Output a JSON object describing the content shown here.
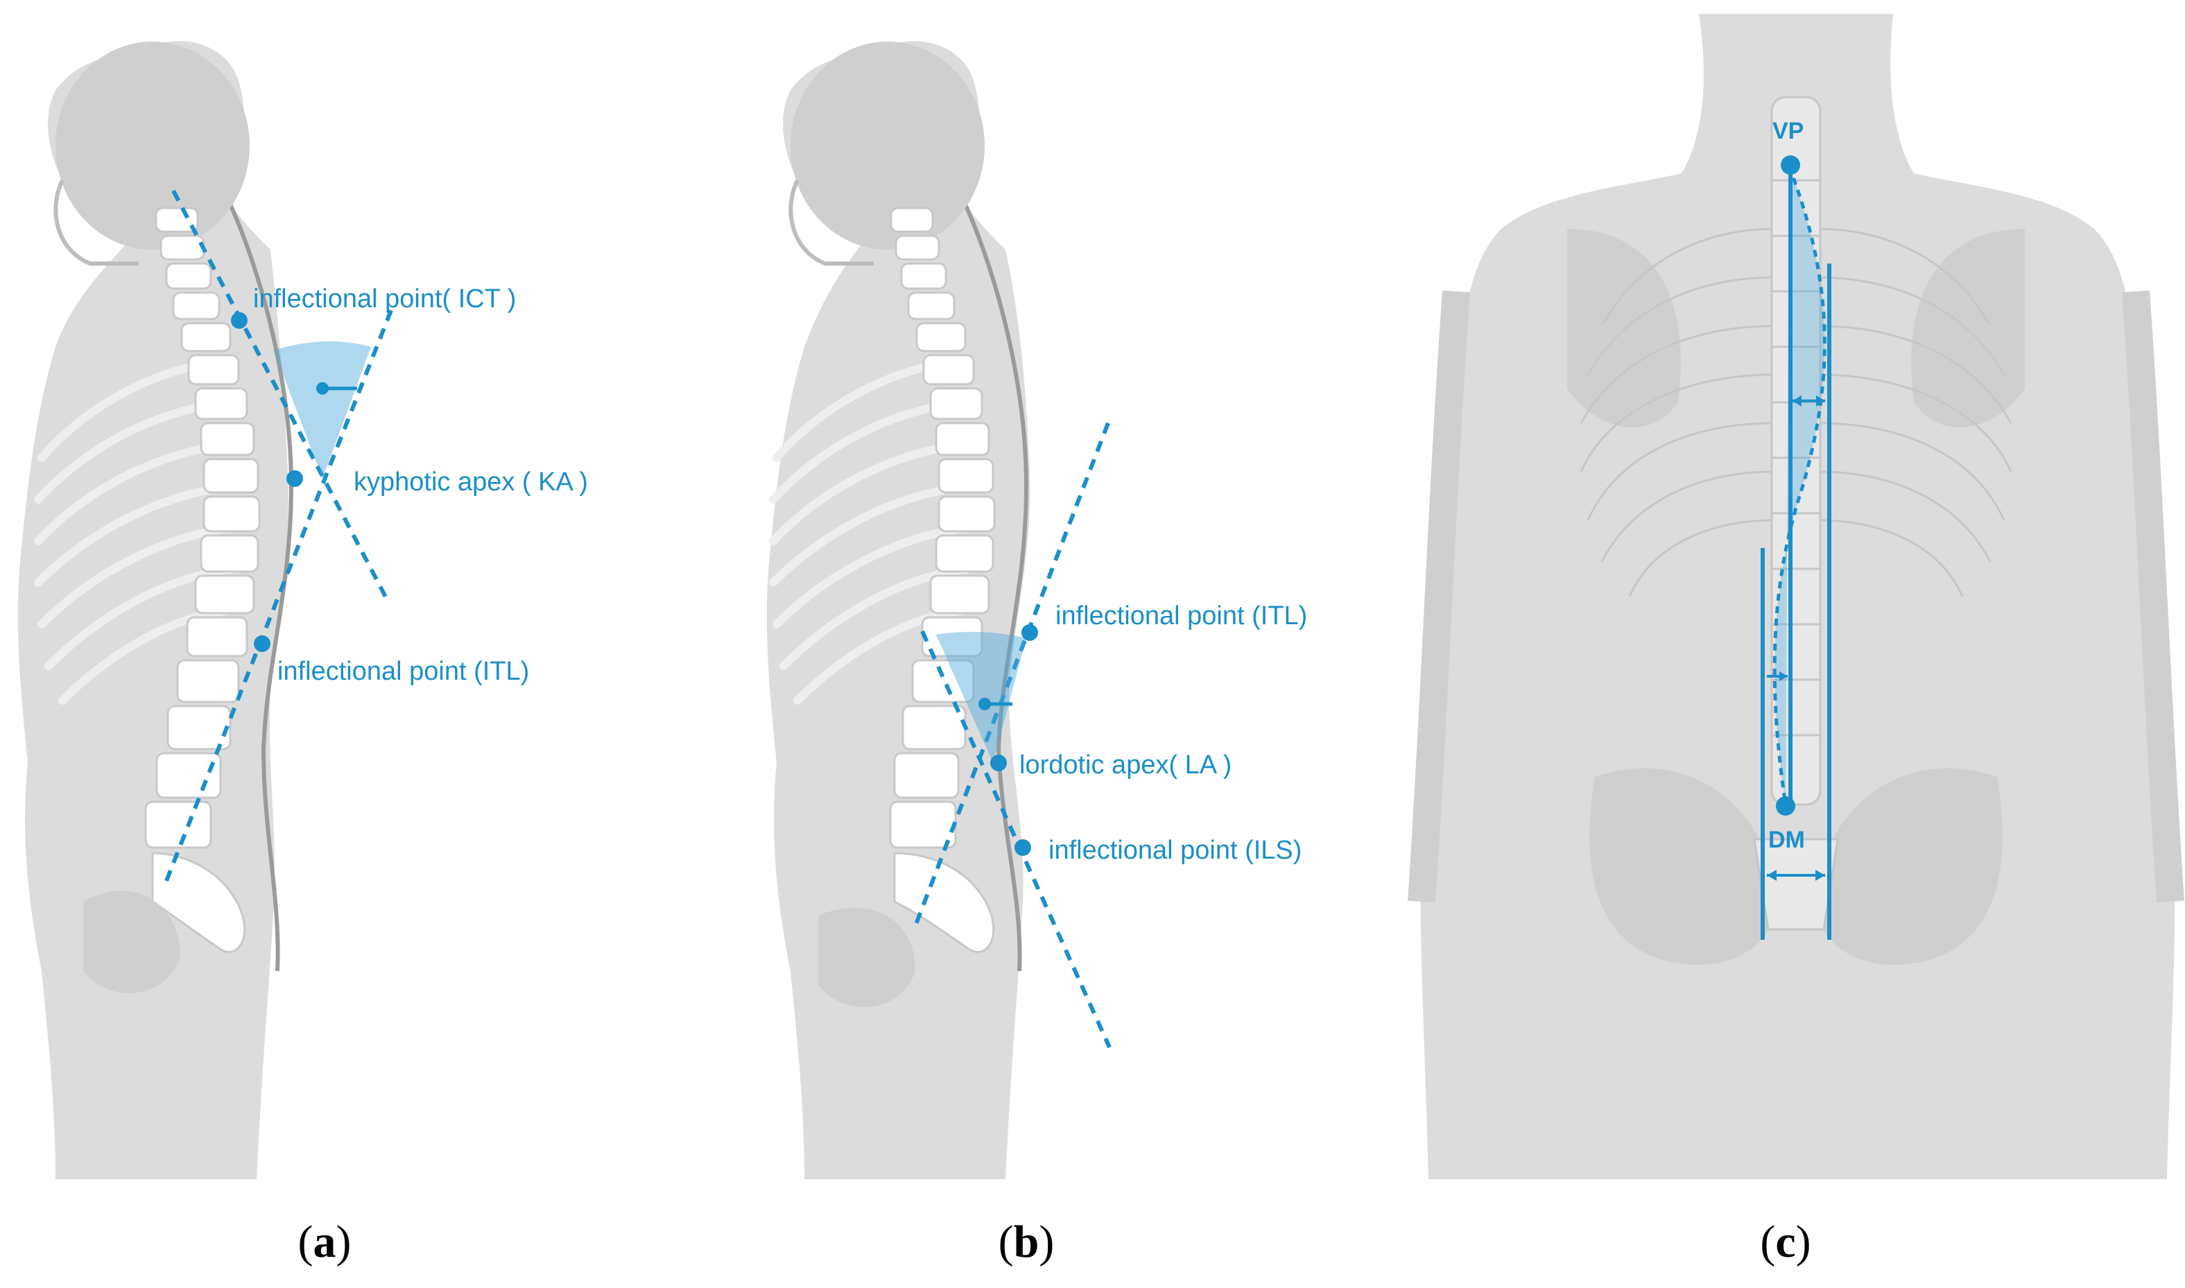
{
  "panel_a": {
    "labels": {
      "ict": "inflectional point( ICT )",
      "ka": "kyphotic apex ( KA )",
      "itl": "inflectional point (ITL)"
    },
    "caption": {
      "open": "(",
      "letter": "a",
      "close": ")"
    }
  },
  "panel_b": {
    "labels": {
      "itl": "inflectional point (ITL)",
      "la": "lordotic apex( LA )",
      "ils": "inflectional point (ILS)"
    },
    "caption": {
      "open": "(",
      "letter": "b",
      "close": ")"
    }
  },
  "panel_c": {
    "labels": {
      "vp": "VP",
      "dm": "DM"
    },
    "caption": {
      "open": "(",
      "letter": "c",
      "close": ")"
    }
  },
  "colors": {
    "accent": "#1b8fc9",
    "body": "#dcdcdc",
    "bone": "#ffffff",
    "caption_text": "#000000"
  }
}
